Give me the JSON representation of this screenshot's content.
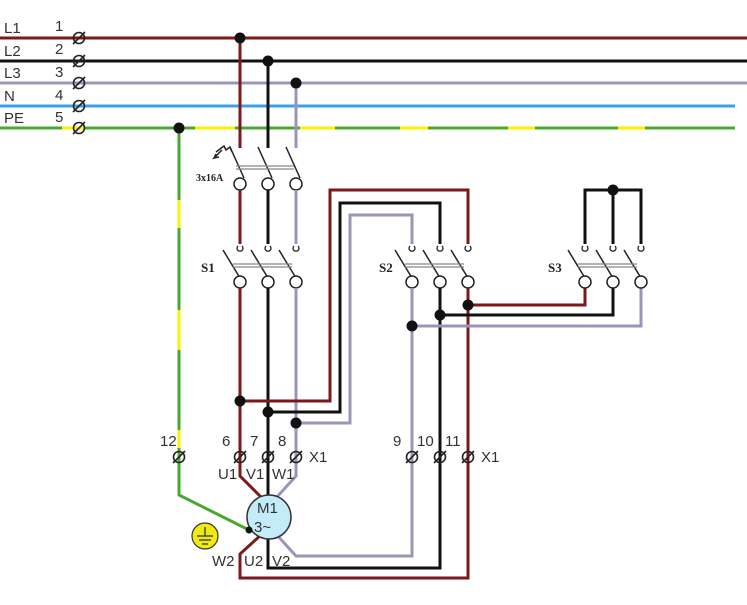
{
  "diagram": {
    "type": "star-delta motor starter wiring diagram",
    "colors": {
      "L1": "#7a1a1a",
      "L2": "#111111",
      "L3": "#9b96b8",
      "N": "#3aa0e8",
      "PE_green": "#4aa832",
      "PE_yellow": "#ffee00",
      "node": "#111111",
      "motor_fill": "#c4ecf8",
      "ground_fill": "#f0ea10"
    },
    "bus": [
      {
        "name": "L1",
        "terminal": "1"
      },
      {
        "name": "L2",
        "terminal": "2"
      },
      {
        "name": "L3",
        "terminal": "3"
      },
      {
        "name": "N",
        "terminal": "4"
      },
      {
        "name": "PE",
        "terminal": "5"
      }
    ],
    "breaker": {
      "label": "3x16A"
    },
    "switches": [
      {
        "label": "S1"
      },
      {
        "label": "S2"
      },
      {
        "label": "S3"
      }
    ],
    "terminal_strip": {
      "name": "X1",
      "pe_terminal": "12",
      "motor_terminals_start": [
        "6",
        "7",
        "8"
      ],
      "motor_terminals_end": [
        "9",
        "10",
        "11"
      ]
    },
    "motor": {
      "name": "M1",
      "type": "3~",
      "winding_start": [
        "U1",
        "V1",
        "W1"
      ],
      "winding_end": [
        "W2",
        "U2",
        "V2"
      ]
    }
  }
}
